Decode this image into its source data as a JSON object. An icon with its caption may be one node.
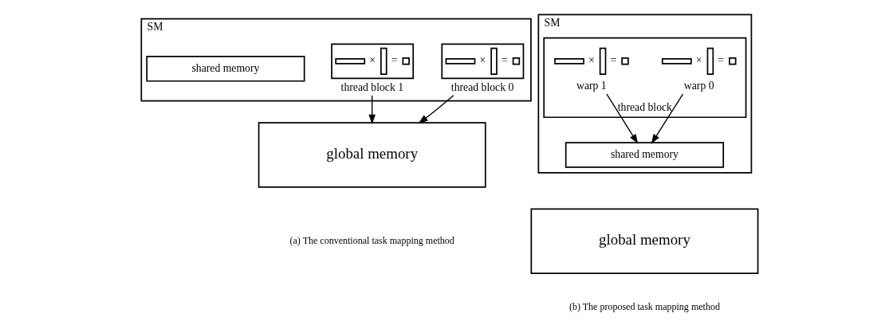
{
  "diagram": {
    "nodes": [
      {
        "text": [
          "SM"
        ]
      },
      {
        "text": [
          "×",
          "=",
          "thread block 0"
        ],
        "in": 0
      },
      {
        "text": [
          "×",
          "=",
          "thread block 1"
        ],
        "in": 0
      },
      {
        "text": [
          "shared memory"
        ],
        "in": 0
      },
      {
        "text": [
          "global memory"
        ]
      },
      {
        "text": [
          "SM"
        ]
      },
      {
        "text": [
          "thread block"
        ],
        "in": 5
      },
      {
        "text": [
          "×",
          "=",
          "warp 0"
        ],
        "in": 6
      },
      {
        "text": [
          "×",
          "=",
          "warp 1"
        ],
        "in": 6
      },
      {
        "text": [
          "shared memory"
        ],
        "in": 5
      },
      {
        "text": [
          "global memory"
        ]
      }
    ],
    "edges": [
      {
        "from": 1,
        "to": 4,
        "arrow": "to"
      },
      {
        "from": 2,
        "to": 4,
        "arrow": "to"
      },
      {
        "from": 7,
        "to": 9,
        "arrow": "to"
      },
      {
        "from": 8,
        "to": 9,
        "arrow": "to"
      }
    ],
    "labels": [
      "(a) The conventional task mapping method",
      "(b) The proposed task mapping method"
    ]
  }
}
